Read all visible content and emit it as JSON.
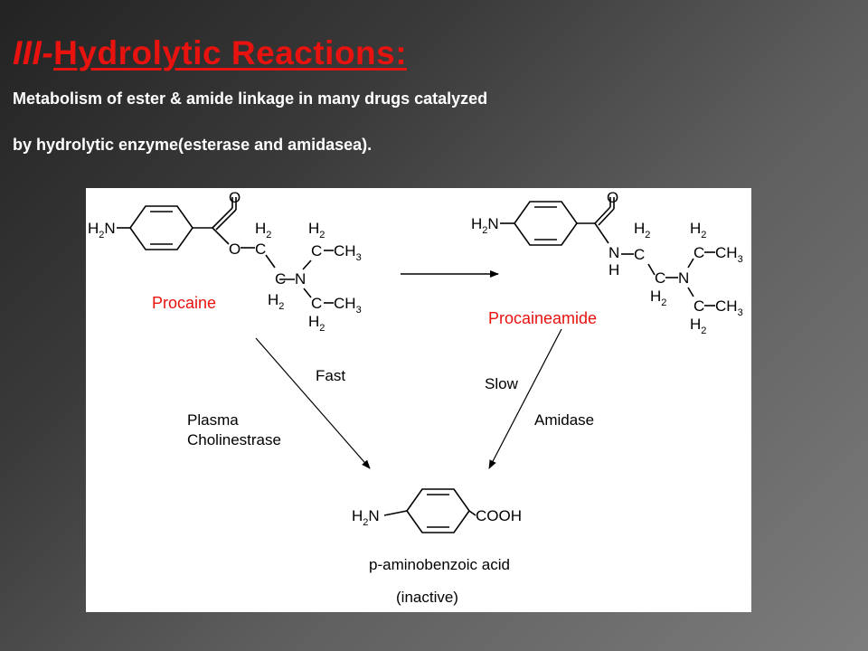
{
  "slide": {
    "title_roman": "III-",
    "title_main": "Hydrolytic Reactions:",
    "subtitle_line1": "Metabolism  of ester & amide linkage in many drugs catalyzed",
    "subtitle_line2": "by hydrolytic enzyme(esterase and amidasea)."
  },
  "figure": {
    "procaine_label": "Procaine",
    "procaineamide_label": "Procaineamide",
    "fast_label": "Fast",
    "plasma_label": "Plasma",
    "cholinestrase_label": "Cholinestrase",
    "slow_label": "Slow",
    "amidase_label": "Amidase",
    "product_name": "p-aminobenzoic  acid",
    "product_note": "(inactive)",
    "cooh": "COOH",
    "label_color": "#e8120f"
  }
}
